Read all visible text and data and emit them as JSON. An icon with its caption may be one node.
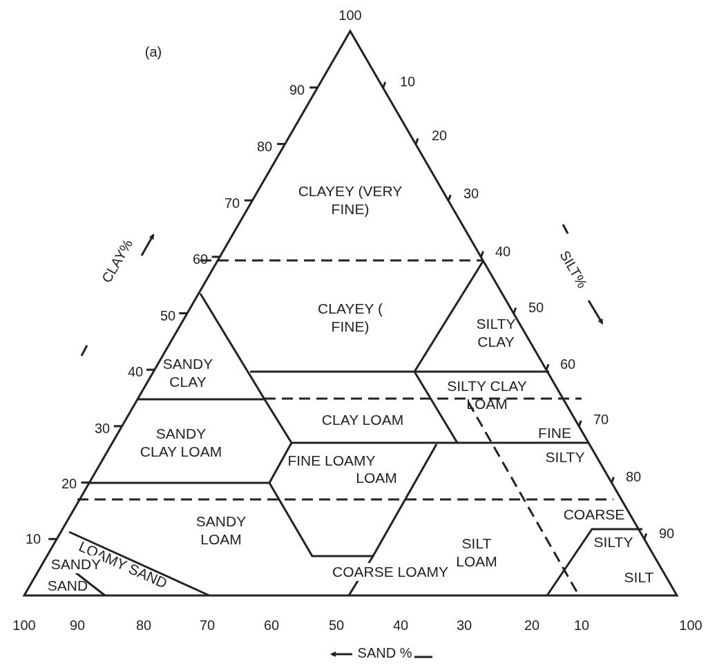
{
  "diagram": {
    "labels": [
      "(a)",
      "100",
      "90",
      "10",
      "80",
      "20",
      "70",
      "CLAYEY (VERY FINE)",
      "30",
      "CLAY%",
      "SILT%",
      "60",
      "40",
      "CLAYEY ( FINE)",
      "50",
      "SILTY CLAY",
      "50",
      "SANDY CLAY",
      "40",
      "SILTY CLAY LOAM",
      "60",
      "CLAY LOAM",
      "30",
      "SANDY CLAY LOAM",
      "70",
      "FINE",
      "FINE LOAMY",
      "SILTY",
      "LOAM",
      "80",
      "20",
      "COARSE",
      "SANDY LOAM",
      "SILT LOAM",
      "10",
      "SILTY",
      "90",
      "LOAMY SAND",
      "SANDY",
      "SAND",
      "COARSE LOAMY",
      "SILT",
      "100",
      "90",
      "80",
      "70",
      "60",
      "50",
      "40",
      "30",
      "20",
      "10",
      "100",
      "SAND %"
    ]
  }
}
